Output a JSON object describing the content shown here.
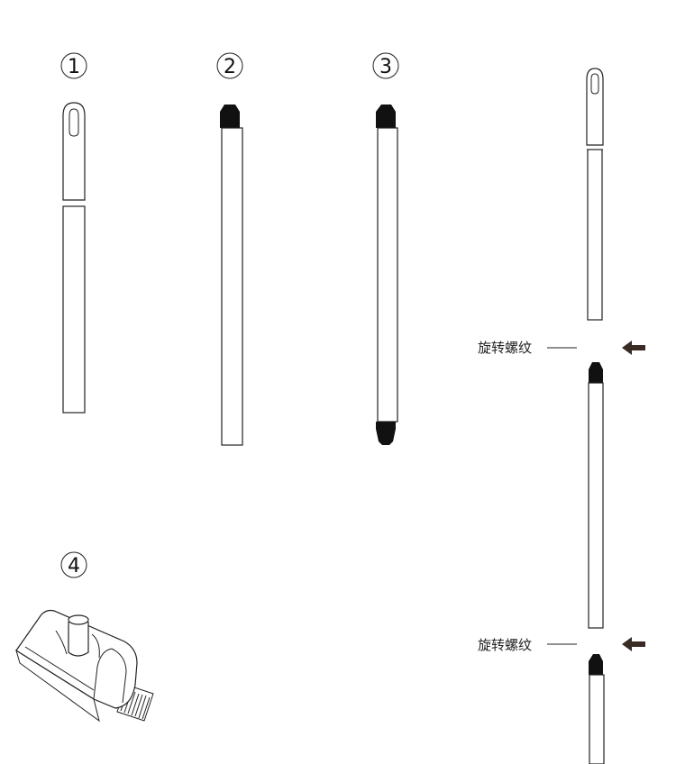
{
  "labels": {
    "part1": "1",
    "part2": "2",
    "part3": "3",
    "part4": "4",
    "thread_label_top": "旋转螺纹",
    "thread_label_bottom": "旋转螺纹"
  },
  "colors": {
    "line": "#222222",
    "cap": "#111111",
    "arrow": "#3a2a24",
    "bristles": "#555555"
  }
}
